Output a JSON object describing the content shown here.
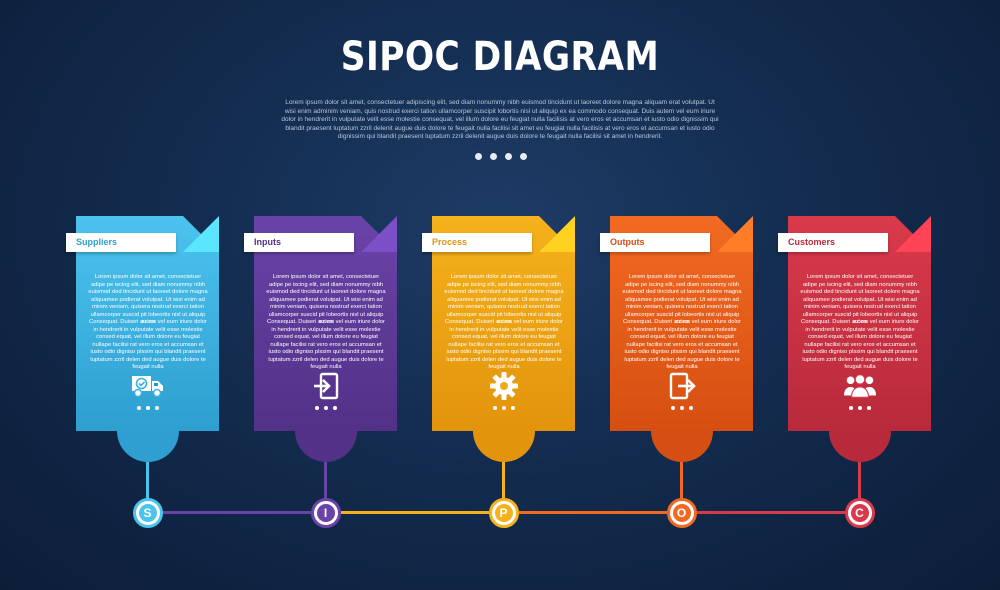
{
  "title": "SIPOC DIAGRAM",
  "intro": "Lorem ipsum dolor sit amet, consectetuer adipiscing elit, sed diam nonummy nibh euismod tincidunt ut laoreet dolore magna aliquam erat volutpat. Ut wisi enim adminim veniam, quis nostrud exerci tation ullamcorper suscipit lobortis nisl ut aliquip ex ea commodo consequat. Duis autem vel eum iriure dolor in hendrerit in vulputate velit esse molestie consequat, vel illum dolore eu feugiat nulla facilisis at vero eros et accumsan et iusto odio dignissim qui blandit praesent luptatum zzril delenit augue duis dolore te feugait nulla facilisi sit amet eu feugiat nulla facilisis at vero eros et accumsan et iusto odio dignissim qui blandit praesent luptatum zzril delenit augue duis dolore te feugait nulla facilisi sit amet in hendrerit.",
  "columns": [
    {
      "label": "Suppliers",
      "letter": "S",
      "icon": "delivery-truck-icon",
      "text1": "Lorem ipsum dolor sit amet, consectetuer adipe pe iscing elit, sed diam nonummy nibh euismod ded tincidunt ut laoreet dolore magna aliquamee podierat volutpat. Ut wisi enim ad minim veniam, quisera nostrud exerci tation ullamcorper suscid pit lobeortis nisl ut aliquip ex ea",
      "text2": "Consequat. Duiseri autem vel eum iriure dolor in hendrerit in vulputate velit esse molestie consed equat, vel illum dolore eu feugiat nullape facilisi rat vero eros et accumsan et iusto odio digniso plssim qui blandit praesent luptatum zzril delen ded augue duis dolore te feugait nulla",
      "color": "#4cc3ee",
      "dark": "#2e9fd0"
    },
    {
      "label": "Inputs",
      "letter": "I",
      "icon": "sign-in-icon",
      "text1": "Lorem ipsum dolor sit amet, consectetuer adipe pe iscing elit, sed diam nonummy nibh euismod ded tincidunt ut laoreet dolore magna aliquamee podierat volutpat. Ut wisi enim ad minim veniam, quisera nostrud exerci tation ullamcorper suscid pit lobeortis nisl ut aliquip ex ea",
      "text2": "Consequat. Duiseri autem vel eum iriure dolor in hendrerit in vulputate velit esse molestie consed equat, vel illum dolore eu feugiat nullape facilisi rat vero eros et accumsan et iusto odio digniso plssim qui blandit praesent luptatum zzril delen ded augue duis dolore te feugait nulla",
      "color": "#6a43a8",
      "dark": "#523187"
    },
    {
      "label": "Process",
      "letter": "P",
      "icon": "gear-icon",
      "text1": "Lorem ipsum dolor sit amet, consectetuer adipe pe iscing elit, sed diam nonummy nibh euismod ded tincidunt ut laoreet dolore magna aliquamee podierat volutpat. Ut wisi enim ad minim veniam, quisera nostrud exerci tation ullamcorper suscid pit lobeortis nisl ut aliquip ex ea",
      "text2": "Consequat. Duiseri autem vel eum iriure dolor in hendrerit in vulputate velit esse molestie consed equat, vel illum dolore eu feugiat nullape facilisi rat vero eros et accumsan et iusto odio digniso plssim qui blandit praesent luptatum zzril delen ded augue duis dolore te feugait nulla",
      "color": "#f5b21c",
      "dark": "#e2940c"
    },
    {
      "label": "Outputs",
      "letter": "O",
      "icon": "sign-out-icon",
      "text1": "Lorem ipsum dolor sit amet, consectetuer adipe pe iscing elit, sed diam nonummy nibh euismod ded tincidunt ut laoreet dolore magna aliquamee podierat volutpat. Ut wisi enim ad minim veniam, quisera nostrud exerci tation ullamcorper suscid pit lobeortis nisl ut aliquip ex ea",
      "text2": "Consequat. Duiseri autem vel eum iriure dolor in hendrerit in vulputate velit esse molestie consed equat, vel illum dolore eu feugiat nullape facilisi rat vero eros et accumsan et iusto odio digniso plssim qui blandit praesent luptatum zzril delen ded augue duis dolore te feugait nulla",
      "color": "#f26a22",
      "dark": "#d64f12"
    },
    {
      "label": "Customers",
      "letter": "C",
      "icon": "users-group-icon",
      "text1": "Lorem ipsum dolor sit amet, consectetuer adipe pe iscing elit, sed diam nonummy nibh euismod ded tincidunt ut laoreet dolore magna aliquamee podierat volutpat. Ut wisi enim ad minim veniam, quisera nostrud exerci tation ullamcorper suscid pit lobeortis nisl ut aliquip ex ea",
      "text2": "Consequat. Duiseri autem vel eum iriure dolor in hendrerit in vulputate velit esse molestie consed equat, vel illum dolore eu feugiat nullape facilisi rat vero eros et accumsan et iusto odio digniso plssim qui blandit praesent luptatum zzril delen ded augue duis dolore te feugait nulla",
      "color": "#d93a4b",
      "dark": "#b82a3b"
    }
  ]
}
